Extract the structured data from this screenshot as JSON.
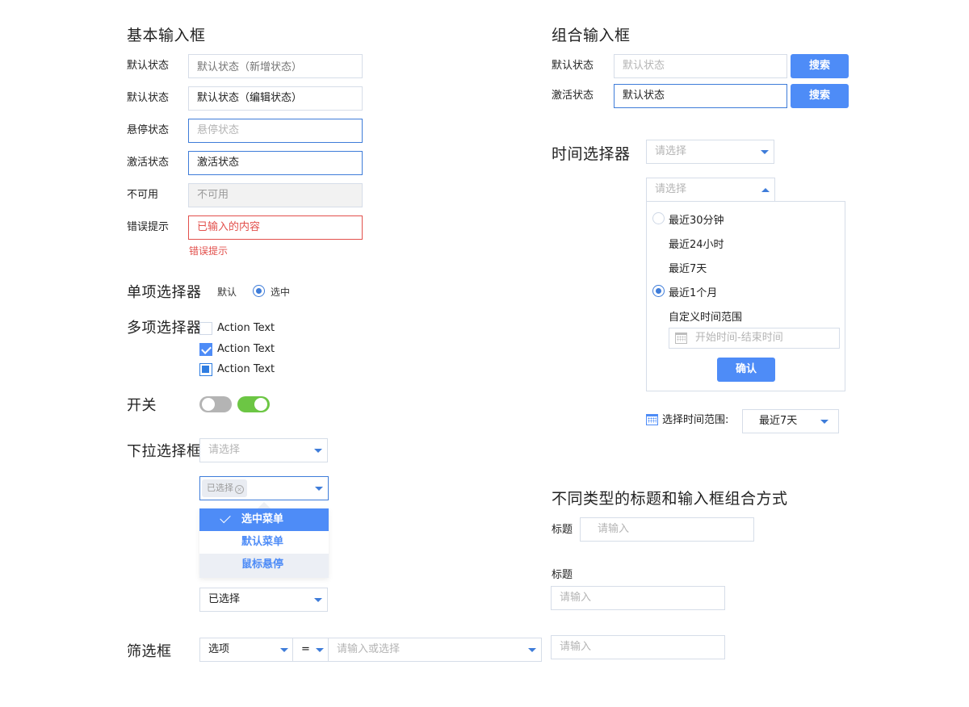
{
  "basic_inputs": {
    "title": "基本输入框",
    "rows": [
      {
        "label": "默认状态",
        "value": "",
        "placeholder": "默认状态（新增状态）",
        "state": "default-placeholder"
      },
      {
        "label": "默认状态",
        "value": "默认状态（编辑状态）",
        "placeholder": "",
        "state": "default-filled"
      },
      {
        "label": "悬停状态",
        "value": "",
        "placeholder": "悬停状态",
        "state": "hover"
      },
      {
        "label": "激活状态",
        "value": "激活状态",
        "placeholder": "",
        "state": "active"
      },
      {
        "label": "不可用",
        "value": "不可用",
        "placeholder": "",
        "state": "disabled"
      },
      {
        "label": "错误提示",
        "value": "已输入的内容",
        "placeholder": "",
        "state": "error"
      }
    ],
    "error_message": "错误提示"
  },
  "radio": {
    "title": "单项选择器",
    "options": [
      {
        "label": "默认",
        "checked": false
      },
      {
        "label": "选中",
        "checked": true
      }
    ]
  },
  "checkbox": {
    "title": "多项选择器",
    "options": [
      {
        "label": "Action Text",
        "state": "unchecked"
      },
      {
        "label": "Action Text",
        "state": "checked"
      },
      {
        "label": "Action Text",
        "state": "indeterminate"
      }
    ]
  },
  "switch": {
    "title": "开关",
    "items": [
      {
        "state": "off",
        "color": "#b4b4b4"
      },
      {
        "state": "on",
        "color": "#6cc644"
      }
    ]
  },
  "dropdown": {
    "title": "下拉选择框",
    "select1": {
      "placeholder": "请选择"
    },
    "select2": {
      "tag": "已选择",
      "tag_close": "×"
    },
    "menu": [
      {
        "label": "选中菜单",
        "state": "selected"
      },
      {
        "label": "默认菜单",
        "state": "default"
      },
      {
        "label": "鼠标悬停",
        "state": "hover"
      }
    ],
    "select3": {
      "value": "已选择"
    }
  },
  "filter": {
    "title": "筛选框",
    "field": "选项",
    "operator": "=",
    "value_placeholder": "请输入或选择"
  },
  "combo_inputs": {
    "title": "组合输入框",
    "rows": [
      {
        "label": "默认状态",
        "value": "",
        "placeholder": "默认状态",
        "button": "搜索",
        "state": "default"
      },
      {
        "label": "激活状态",
        "value": "默认状态",
        "placeholder": "",
        "button": "搜索",
        "state": "active"
      }
    ]
  },
  "time_picker": {
    "title": "时间选择器",
    "select_closed": {
      "placeholder": "请选择"
    },
    "select_open": {
      "placeholder": "请选择"
    },
    "options": [
      {
        "label": "最近30分钟",
        "radio": "off"
      },
      {
        "label": "最近24小时",
        "radio": "none"
      },
      {
        "label": "最近7天",
        "radio": "none"
      },
      {
        "label": "最近1个月",
        "radio": "on"
      },
      {
        "label": "自定义时间范围",
        "radio": "none"
      }
    ],
    "range_placeholder": "开始时间-结束时间",
    "confirm": "确认",
    "range_label": "选择时间范围:",
    "range_value": "最近7天"
  },
  "title_input_combos": {
    "title": "不同类型的标题和输入框组合方式",
    "inline": {
      "label": "标题",
      "placeholder": "请输入"
    },
    "stacked": {
      "label": "标题",
      "placeholder": "请输入"
    },
    "bare": {
      "placeholder": "请输入"
    }
  },
  "colors": {
    "primary": "#4e8cf7",
    "focus_border": "#3e7cd9",
    "error": "#e2504c",
    "border": "#d6dde8",
    "switch_on": "#6cc644",
    "switch_off": "#b4b4b4"
  }
}
